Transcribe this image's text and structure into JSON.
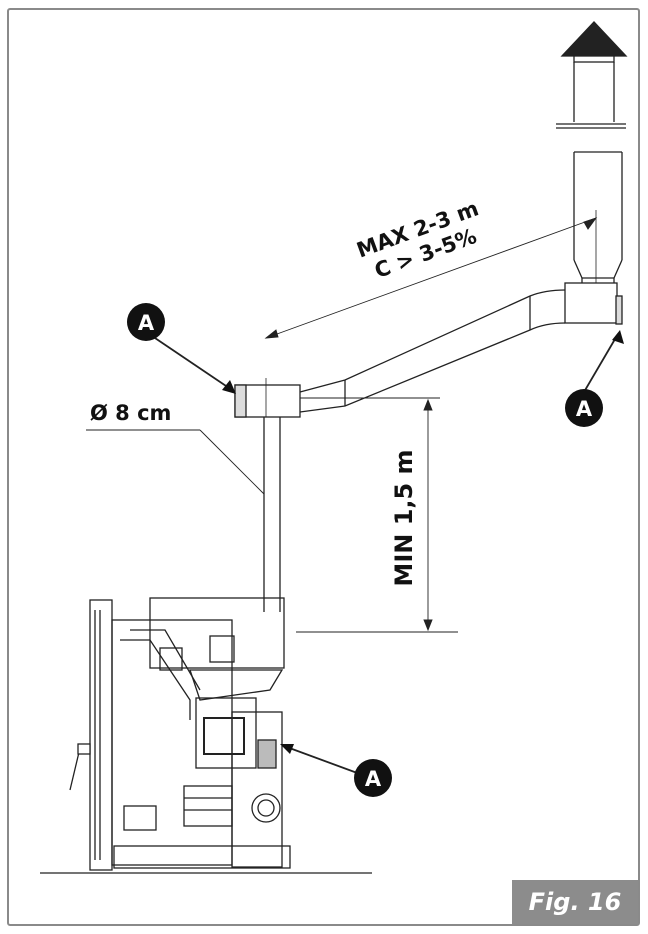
{
  "labels": {
    "max_length": "MAX 2-3 m",
    "slope": "C > 3-5%",
    "diameter": "Ø 8 cm",
    "min_height": "MIN 1,5 m",
    "marker_a": "A"
  },
  "figure_label": "Fig. 16",
  "colors": {
    "line": "#222222",
    "marker_fill": "#111111",
    "marker_text": "#ffffff",
    "cap_fill": "#dcdcdc",
    "label_bg": "#8c8c8c"
  }
}
